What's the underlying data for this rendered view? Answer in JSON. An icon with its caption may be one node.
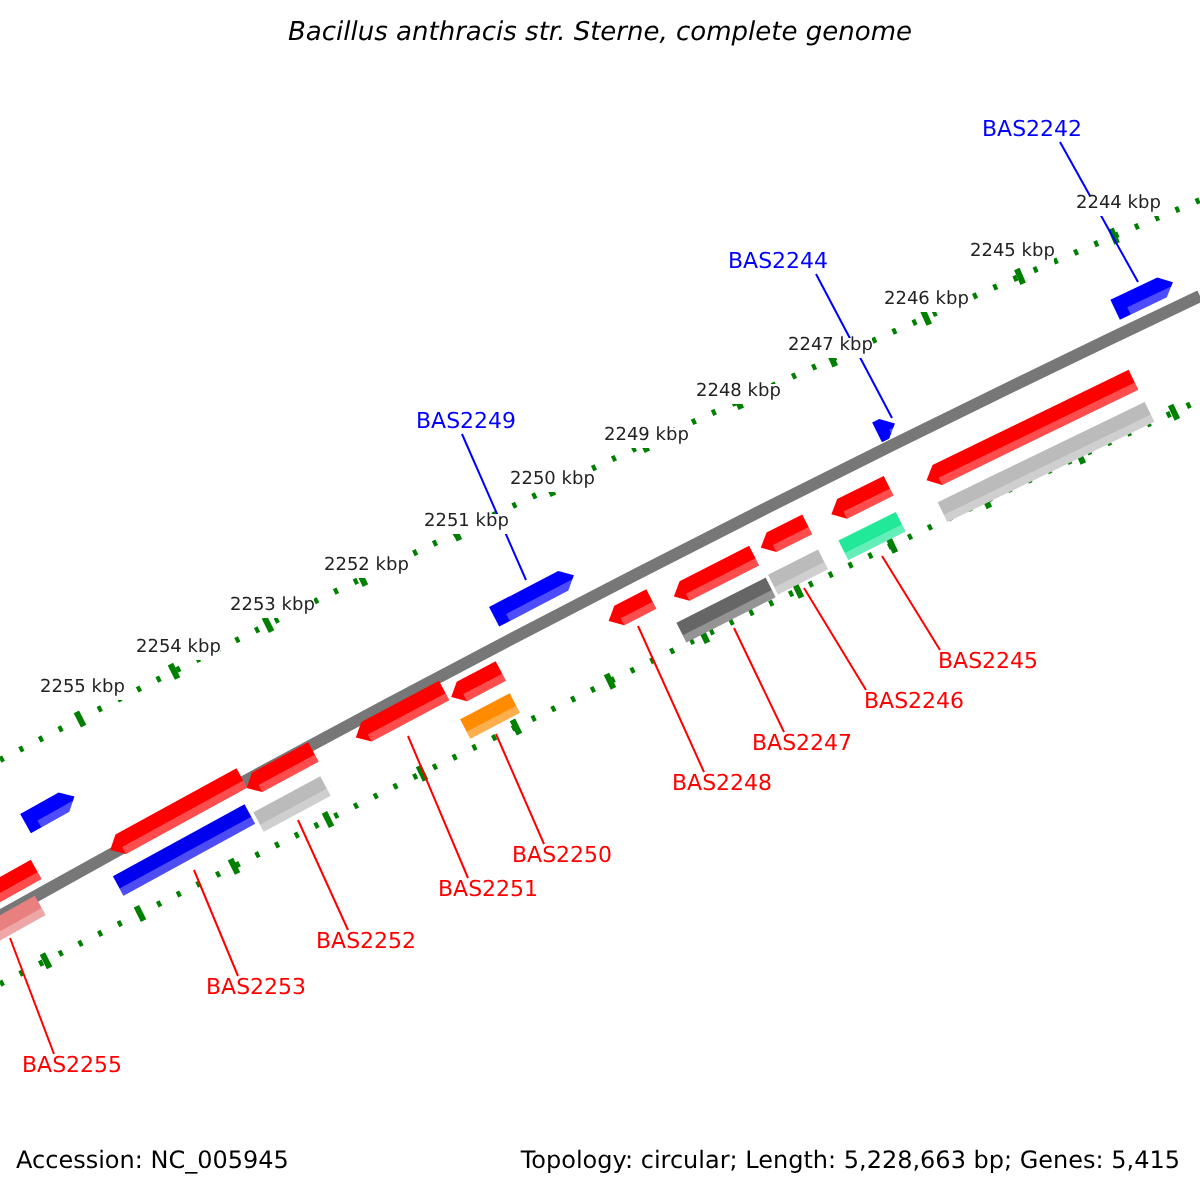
{
  "diagram": {
    "title": "Bacillus anthracis str. Sterne, complete genome",
    "nodes": [
      {
        "text": [
          "BAS2242"
        ]
      },
      {
        "text": [
          "BAS2244"
        ]
      },
      {
        "text": [
          "BAS2249"
        ]
      },
      {
        "text": [
          "BAS2245"
        ]
      },
      {
        "text": [
          "BAS2246"
        ]
      },
      {
        "text": [
          "BAS2247"
        ]
      },
      {
        "text": [
          "BAS2248"
        ]
      },
      {
        "text": [
          "BAS2250"
        ]
      },
      {
        "text": [
          "BAS2251"
        ]
      },
      {
        "text": [
          "BAS2252"
        ]
      },
      {
        "text": [
          "BAS2253"
        ]
      },
      {
        "text": [
          "BAS2255"
        ]
      },
      {
        "text": [],
        "shape": "arrow"
      },
      {
        "text": [],
        "shape": "arrow"
      },
      {
        "text": [],
        "shape": "arrow"
      },
      {
        "text": [],
        "shape": "arrow"
      },
      {
        "text": [],
        "shape": "arrow"
      },
      {
        "text": [],
        "shape": "arrow"
      },
      {
        "text": [],
        "shape": "arrow"
      },
      {
        "text": [],
        "shape": "arrow"
      },
      {
        "text": [],
        "shape": "arrow"
      },
      {
        "text": [],
        "shape": "arrow"
      },
      {
        "text": [],
        "shape": "arrow"
      },
      {
        "text": [],
        "shape": "arrow"
      },
      {
        "text": [],
        "shape": "arrow"
      },
      {
        "text": [],
        "shape": "arrow"
      }
    ],
    "edges": [
      {
        "from": 0,
        "to": 25,
        "arrow": "none",
        "color": "#0000ff"
      },
      {
        "from": 1,
        "to": 23,
        "arrow": "none",
        "color": "#0000ff"
      },
      {
        "from": 2,
        "to": 18,
        "arrow": "none",
        "color": "#0000ff"
      },
      {
        "from": 3,
        "to": 22,
        "arrow": "none"
      },
      {
        "from": 4,
        "to": 21,
        "arrow": "none"
      },
      {
        "from": 5,
        "to": 20,
        "arrow": "none"
      },
      {
        "from": 6,
        "to": 19,
        "arrow": "none"
      },
      {
        "from": 7,
        "to": 17,
        "arrow": "none"
      },
      {
        "from": 8,
        "to": 16,
        "arrow": "none"
      },
      {
        "from": 9,
        "to": 15,
        "arrow": "none"
      },
      {
        "from": 10,
        "to": 14,
        "arrow": "none"
      },
      {
        "from": 11,
        "to": 12,
        "arrow": "none"
      }
    ],
    "labels": [
      "2244 kbp",
      "2245 kbp",
      "2246 kbp",
      "2247 kbp",
      "2248 kbp",
      "2249 kbp",
      "2250 kbp",
      "2251 kbp",
      "2252 kbp",
      "2253 kbp",
      "2254 kbp",
      "2255 kbp",
      "Accession: NC_005945",
      "Topology: circular; Length: 5,228,663 bp; Genes: 5,415"
    ]
  }
}
